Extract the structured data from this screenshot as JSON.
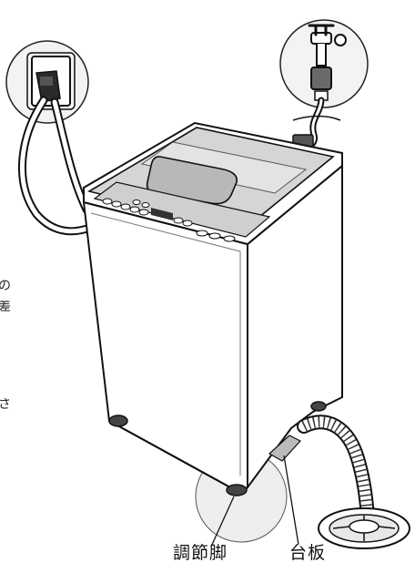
{
  "labels": {
    "adjuster_foot": "調節脚",
    "stand": "台板"
  },
  "edge_text": [
    "の",
    "差",
    "さ"
  ],
  "colors": {
    "line": "#111111",
    "body": "#ffffff",
    "lid": "#d5d5d5",
    "lid_window": "#b8b8b8",
    "panel": "#cfcfcf",
    "callout_bg": "#f1f1f1",
    "wall_plate": "#f3f3f3"
  }
}
